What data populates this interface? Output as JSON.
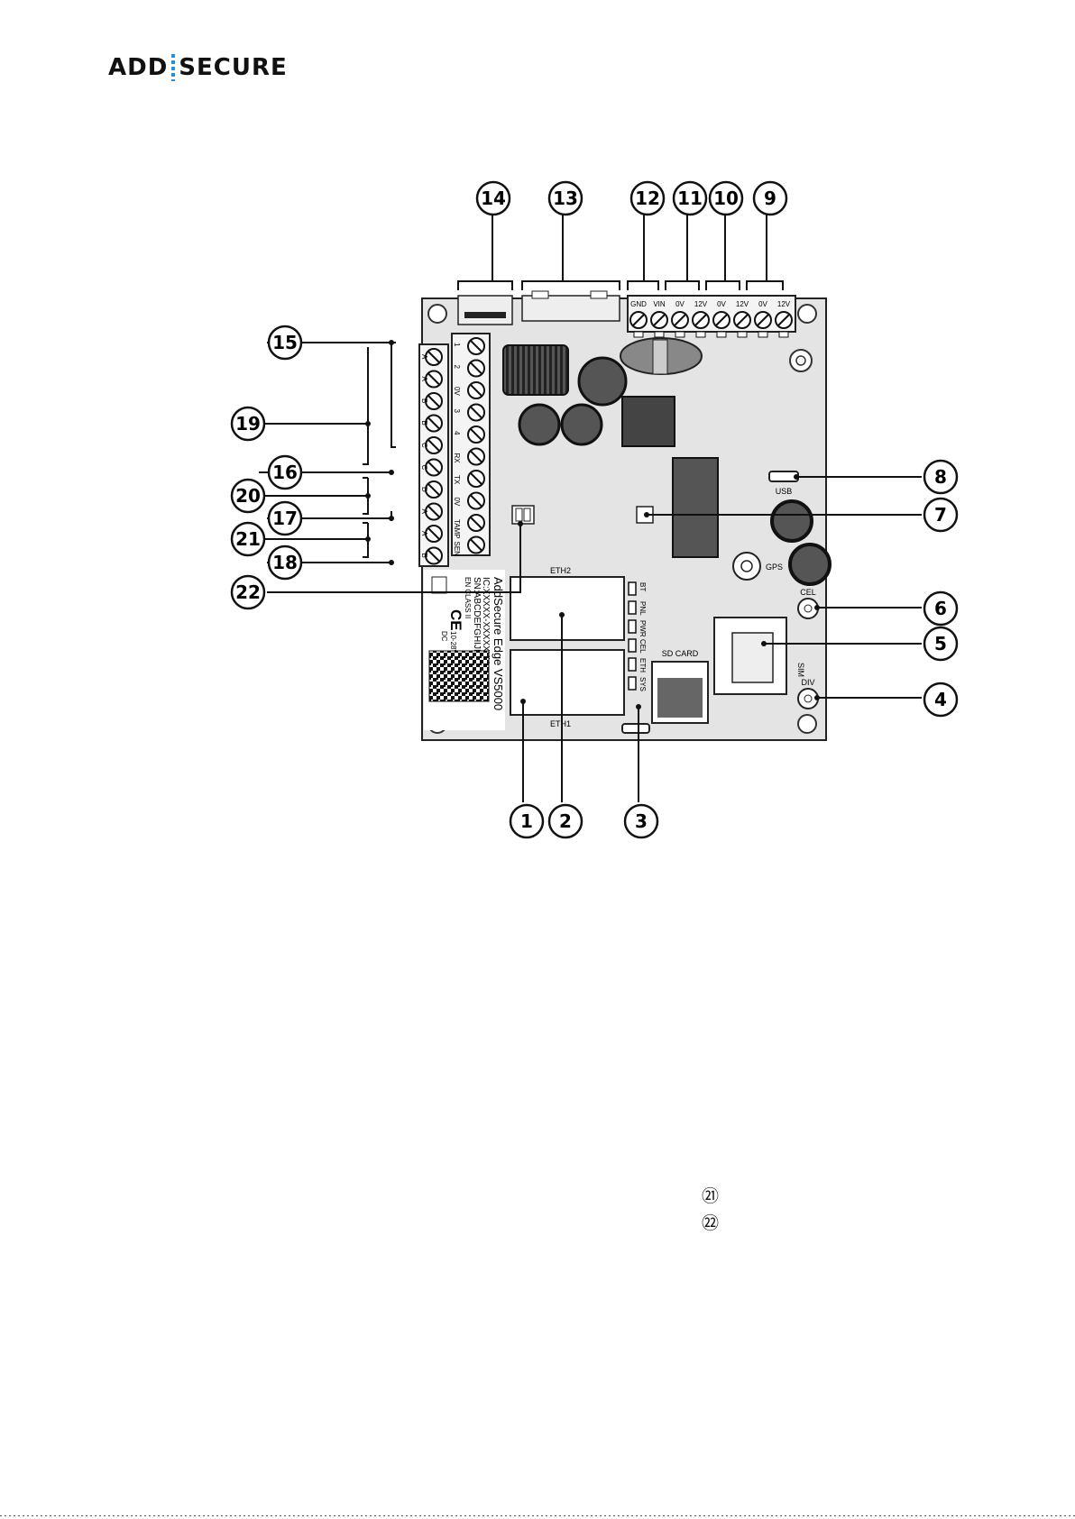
{
  "brand": {
    "left": "ADD",
    "right": "SECURE"
  },
  "board": {
    "top_terminals": [
      "GND",
      "VIN",
      "0V",
      "12V",
      "0V",
      "12V",
      "0V",
      "12V"
    ],
    "left_outer_terminals": [
      "A",
      "A",
      "B",
      "B",
      "C",
      "C",
      "D",
      "A",
      "A",
      "B"
    ],
    "left_inner_terminals": [
      "1",
      "2",
      "0V",
      "3",
      "4",
      "RX",
      "TX",
      "0V",
      "TAMP",
      "SEN"
    ],
    "led_labels": [
      "BT",
      "PNL",
      "PWR",
      "CEL",
      "ETH",
      "SYS"
    ],
    "eth2": "ETH2",
    "eth1": "ETH1",
    "sd_card": "SD CARD",
    "usb": "USB",
    "gps": "GPS",
    "cel": "CEL",
    "div": "DIV",
    "sim": "SIM",
    "product_label": [
      "AddSecure Edge VS5000",
      "IC:XXXXX-XXXXXXX",
      "SN:ABCDEFGHIJKLMNOP",
      "EN CLASS II"
    ],
    "power_rating": [
      "10-28V",
      "DC"
    ],
    "ce_mark": "CE"
  },
  "callouts": [
    "1",
    "2",
    "3",
    "4",
    "5",
    "6",
    "7",
    "8",
    "9",
    "10",
    "11",
    "12",
    "13",
    "14",
    "15",
    "16",
    "17",
    "18",
    "19",
    "20",
    "21",
    "22"
  ],
  "bottom_notes": [
    "㉑",
    "㉒"
  ]
}
